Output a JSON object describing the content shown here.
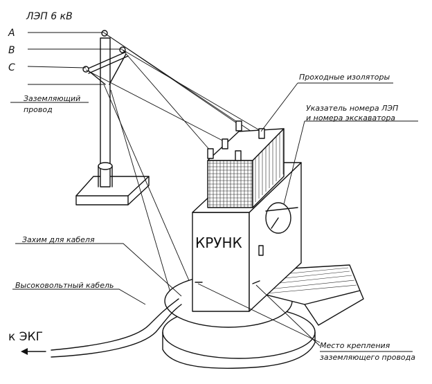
{
  "line_title": "ЛЭП 6 кВ",
  "phases": [
    "A",
    "B",
    "C"
  ],
  "labels": {
    "ground_wire_line1": "Заземляющий",
    "ground_wire_line2": "провод",
    "bushings": "Проходные изоляторы",
    "indicator_line1": "Указатель номера ЛЭП",
    "indicator_line2": "и номера экскаватора",
    "cable_clamp": "Захим для кабеля",
    "hv_cable": "Высоковольтный кабель",
    "to_ekg": "к ЭКГ",
    "mount_line1": "Место крепления",
    "mount_line2": "заземляющего провода",
    "box_name": "КРУНК"
  }
}
